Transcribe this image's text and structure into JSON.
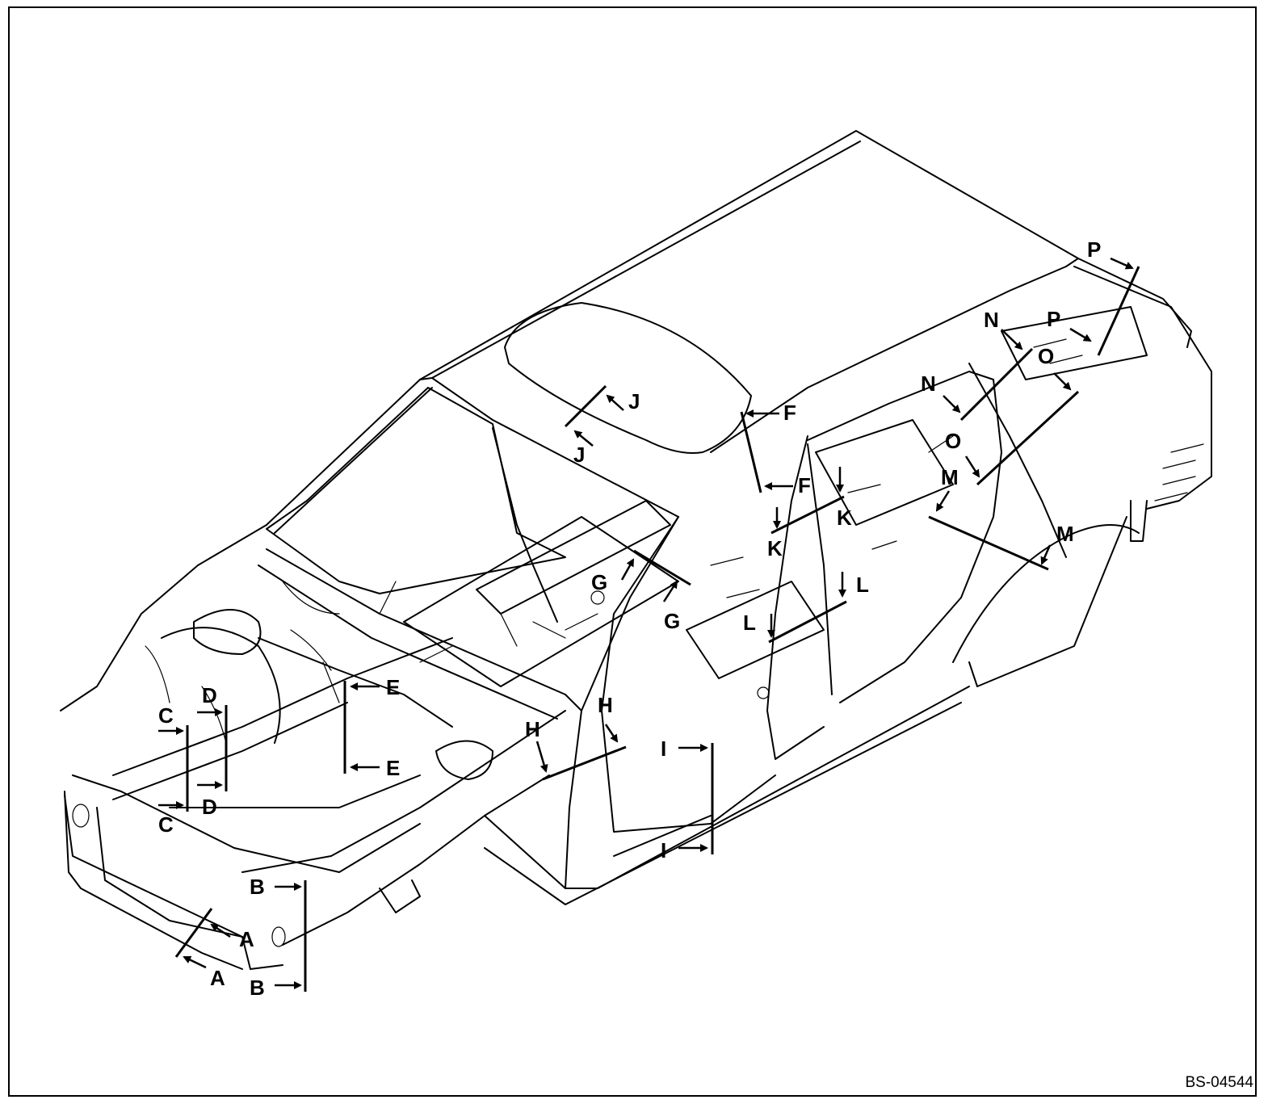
{
  "figure": {
    "code": "BS-04544",
    "subject": "vehicle body shell (body-in-white), isometric view with section cutting planes",
    "line_color": "#000000",
    "background": "#ffffff"
  },
  "sections": [
    {
      "id": "A",
      "labels": [
        "A",
        "A"
      ]
    },
    {
      "id": "B",
      "labels": [
        "B",
        "B"
      ]
    },
    {
      "id": "C",
      "labels": [
        "C",
        "C"
      ]
    },
    {
      "id": "D",
      "labels": [
        "D",
        "D"
      ]
    },
    {
      "id": "E",
      "labels": [
        "E",
        "E"
      ]
    },
    {
      "id": "F",
      "labels": [
        "F",
        "F"
      ]
    },
    {
      "id": "G",
      "labels": [
        "G",
        "G"
      ]
    },
    {
      "id": "H",
      "labels": [
        "H",
        "H"
      ]
    },
    {
      "id": "I",
      "labels": [
        "I",
        "I"
      ]
    },
    {
      "id": "J",
      "labels": [
        "J",
        "J"
      ]
    },
    {
      "id": "K",
      "labels": [
        "K",
        "K"
      ]
    },
    {
      "id": "L",
      "labels": [
        "L",
        "L"
      ]
    },
    {
      "id": "M",
      "labels": [
        "M",
        "M"
      ]
    },
    {
      "id": "N",
      "labels": [
        "N",
        "N"
      ]
    },
    {
      "id": "O",
      "labels": [
        "O",
        "O"
      ]
    },
    {
      "id": "P",
      "labels": [
        "P",
        "P"
      ]
    }
  ]
}
